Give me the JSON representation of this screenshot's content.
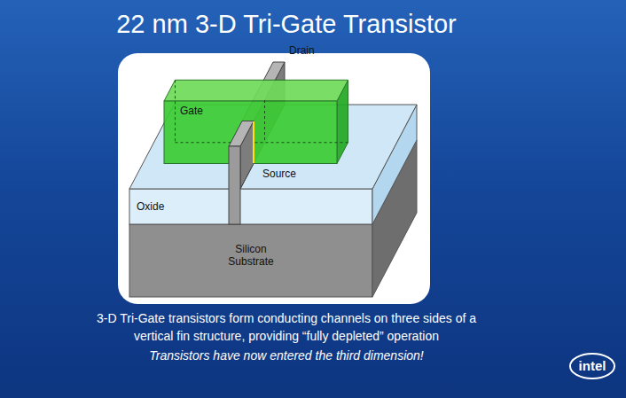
{
  "diagram": {
    "title": "22 nm 3-D Tri-Gate Transistor",
    "caption": "3-D Tri-Gate transistors form conducting channels on three sides of a vertical fin structure, providing “fully depleted” operation",
    "nodes": [
      {
        "text": [
          "Gate"
        ]
      },
      {
        "text": [
          "Oxide"
        ]
      },
      {
        "text": [
          "Silicon Substrate"
        ]
      }
    ],
    "labels": [
      "Drain",
      "Source",
      "Transistors have now entered the third dimension!",
      "intel"
    ]
  }
}
